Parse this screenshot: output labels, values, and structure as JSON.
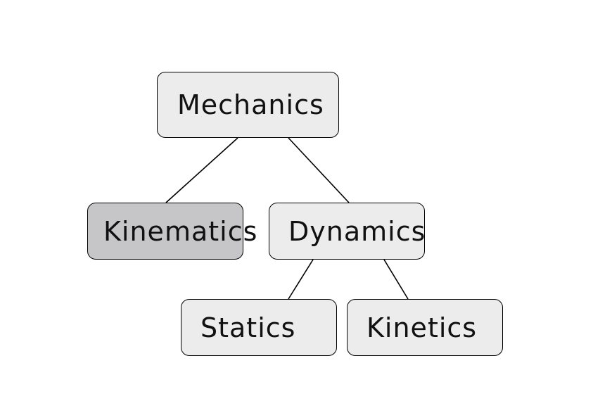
{
  "diagram": {
    "nodes": {
      "mechanics": "Mechanics",
      "kinematics": "Kinematics",
      "dynamics": "Dynamics",
      "statics": "Statics",
      "kinetics": "Kinetics"
    },
    "edges": [
      {
        "from": "mechanics",
        "to": "kinematics"
      },
      {
        "from": "mechanics",
        "to": "dynamics"
      },
      {
        "from": "dynamics",
        "to": "statics"
      },
      {
        "from": "dynamics",
        "to": "kinetics"
      }
    ],
    "highlighted_node": "kinematics",
    "colors": {
      "node_fill": "#ececec",
      "highlight_fill": "#c6c6c8",
      "stroke": "#000000",
      "background": "#ffffff"
    }
  }
}
